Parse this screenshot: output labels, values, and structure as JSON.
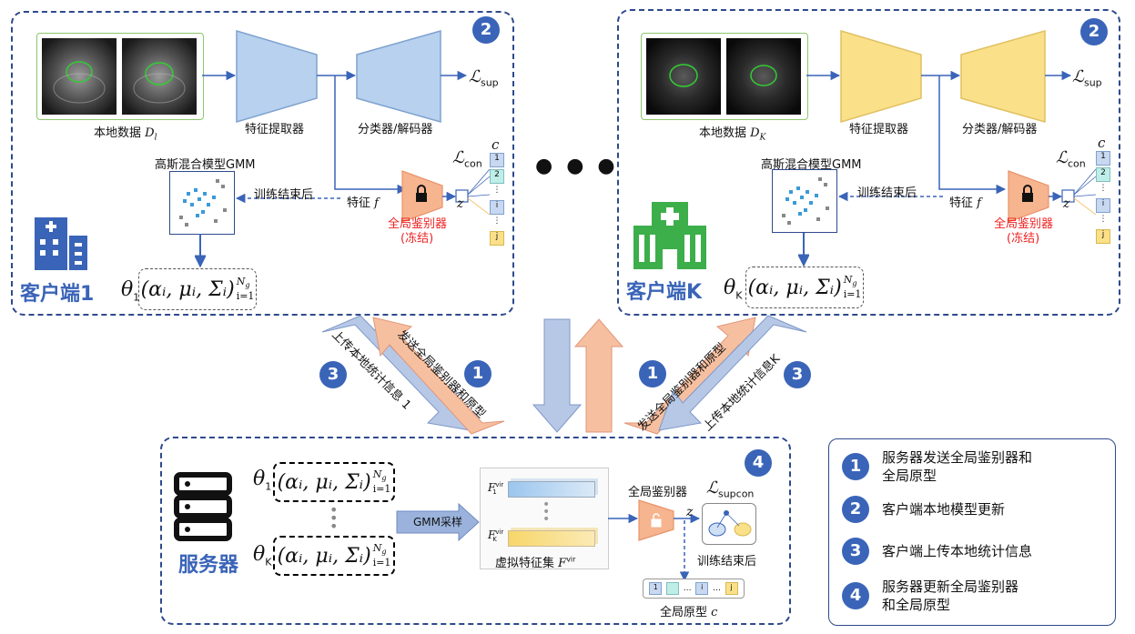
{
  "colors": {
    "panel_border": "#2e4a8c",
    "badge": "#3a64b8",
    "encoder_left": "#b7d1ee",
    "encoder_right": "#fbe08a",
    "discriminator": "#f6b48f",
    "alert": "#e22222"
  },
  "client1": {
    "badge": "2",
    "local_data_label": "本地数据",
    "local_data_sym": "D",
    "local_data_sub": "l",
    "feature_extractor": "特征提取器",
    "classifier": "分类器/解码器",
    "loss_sup": "ℒ",
    "loss_sup_sub": "sup",
    "loss_con": "ℒ",
    "loss_con_sub": "con",
    "gmm_title": "高斯混合模型GMM",
    "after_training": "训练结束后",
    "feature_label": "特征",
    "feature_sym": "f",
    "discriminator_label": "全局鉴别器",
    "frozen": "(冻结)",
    "z": "z",
    "c": "c",
    "protos": [
      "1",
      "2",
      "⋮",
      "i",
      "⋮",
      "j"
    ],
    "client_name": "客户端1",
    "theta": "θ",
    "theta_sub": "1",
    "stat": "(αᵢ, μᵢ, Σᵢ)",
    "stat_sup": "N",
    "stat_sup_sub": "g",
    "stat_sub": "i=1"
  },
  "clientK": {
    "badge": "2",
    "local_data_label": "本地数据",
    "local_data_sym": "D",
    "local_data_sub": "K",
    "feature_extractor": "特征提取器",
    "classifier": "分类器/解码器",
    "loss_sup": "ℒ",
    "loss_sup_sub": "sup",
    "loss_con": "ℒ",
    "loss_con_sub": "con",
    "gmm_title": "高斯混合模型GMM",
    "after_training": "训练结束后",
    "feature_label": "特征",
    "feature_sym": "f",
    "discriminator_label": "全局鉴别器",
    "frozen": "(冻结)",
    "z": "z",
    "c": "c",
    "protos": [
      "1",
      "2",
      "⋮",
      "i",
      "⋮",
      "j"
    ],
    "client_name": "客户端K",
    "theta": "θ",
    "theta_sub": "K",
    "stat": "(αᵢ, μᵢ, Σᵢ)",
    "stat_sup": "N",
    "stat_sup_sub": "g",
    "stat_sub": "i=1"
  },
  "middle": {
    "dots": "● ● ●",
    "upload1": "上传本地统计信息 1",
    "send1": "发送全局鉴别器和原型",
    "sendK": "发送全局鉴别器和原型",
    "uploadK": "上传本地统计信息K",
    "step1": "1",
    "step3": "3"
  },
  "server": {
    "badge": "4",
    "name": "服务器",
    "theta": "θ",
    "theta1_sub": "1",
    "thetaK_sub": "K",
    "stat": "(αᵢ, μᵢ, Σᵢ)",
    "stat_sup": "N",
    "stat_sup_sub": "g",
    "stat_sub": "i=1",
    "gmm_sample": "GMM采样",
    "F": "F",
    "F1_sub": "1",
    "FK_sub": "K",
    "F_sup": "vir",
    "virtual_set": "虚拟特征集",
    "virtual_sym": "F",
    "virtual_sup": "vir",
    "disc_label": "全局鉴别器",
    "loss": "ℒ",
    "loss_sub": "supcon",
    "z": "z",
    "after_training": "训练结束后",
    "proto_label": "全局原型",
    "proto_sym": "c",
    "proto_cells": [
      "1",
      "…",
      "i",
      "…",
      "j"
    ]
  },
  "legend": {
    "items": [
      {
        "num": "1",
        "text": "服务器发送全局鉴别器和\n全局原型"
      },
      {
        "num": "2",
        "text": "客户端本地模型更新"
      },
      {
        "num": "3",
        "text": "客户端上传本地统计信息"
      },
      {
        "num": "4",
        "text": "服务器更新全局鉴别器\n和全局原型"
      }
    ]
  }
}
